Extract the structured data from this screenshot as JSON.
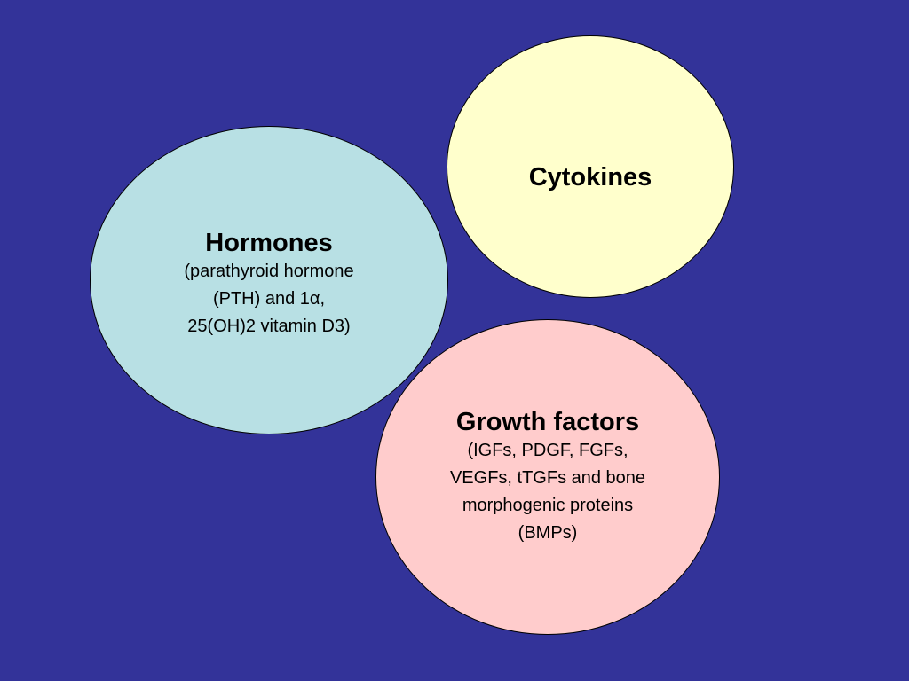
{
  "diagram": {
    "background_color": "#333399",
    "nodes": {
      "cytokines": {
        "title": "Cytokines",
        "fill": "#ffffcc"
      },
      "hormones": {
        "title": "Hormones",
        "description": "(parathyroid hormone\n(PTH) and 1α,\n25(OH)2 vitamin D3)",
        "fill": "#b8e0e4"
      },
      "growth_factors": {
        "title": "Growth factors",
        "description": "(IGFs, PDGF, FGFs,\nVEGFs, tTGFs and bone\nmorphogenic proteins\n(BMPs)",
        "fill": "#ffcccc"
      }
    }
  }
}
